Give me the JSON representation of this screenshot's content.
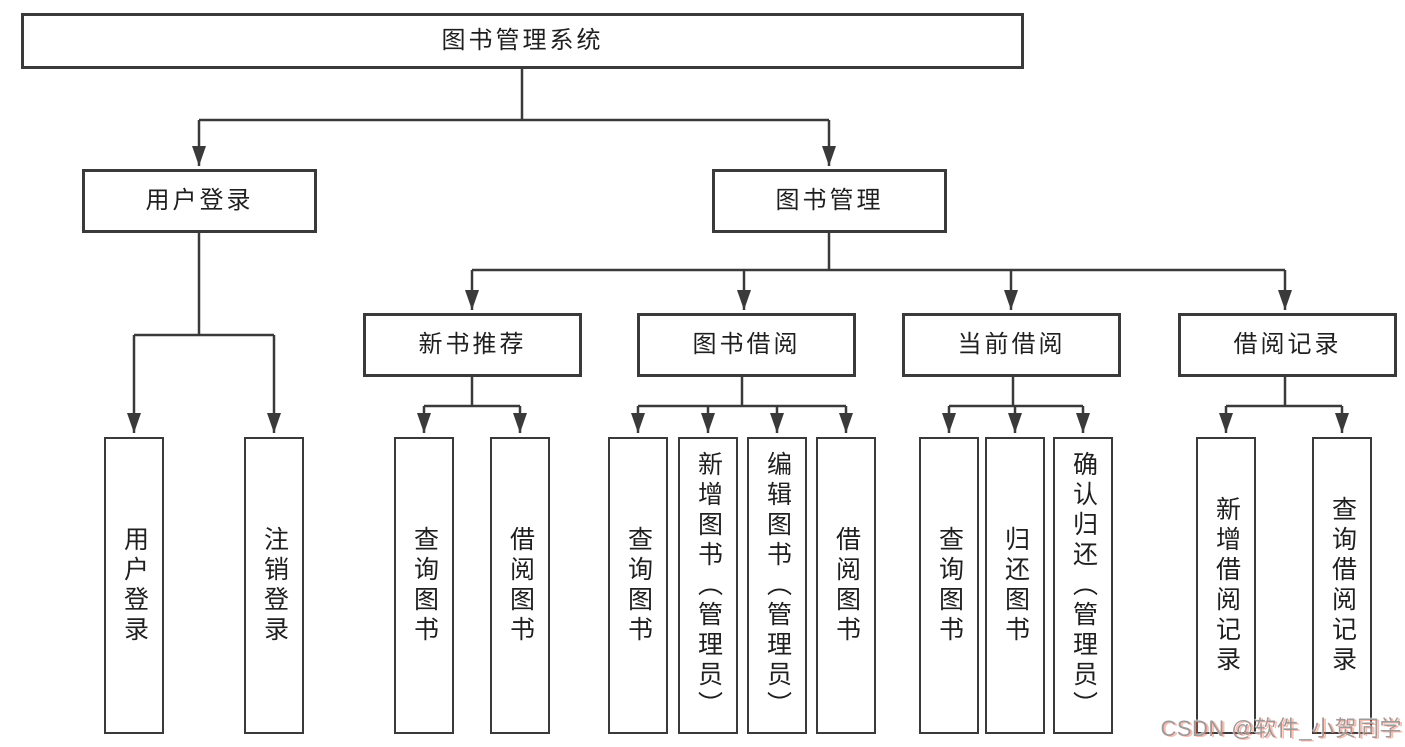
{
  "title": "图书管理系统",
  "level2": [
    "用户登录",
    "图书管理"
  ],
  "level3": [
    "新书推荐",
    "图书借阅",
    "当前借阅",
    "借阅记录"
  ],
  "leaves": [
    "用户登录",
    "注销登录",
    "查询图书",
    "借阅图书",
    "查询图书",
    "新增图书（管理员）",
    "编辑图书（管理员）",
    "借阅图书",
    "查询图书",
    "归还图书",
    "确认归还（管理员）",
    "新增借阅记录",
    "查询借阅记录"
  ],
  "watermark": "CSDN @软件_小贺同学",
  "colors": {
    "line": "#3a3a3a",
    "box_border": "#3a3a3a",
    "box_fill": "#ffffff",
    "text": "#1f1f1f",
    "background": "#ffffff",
    "watermark_gray": "#9b9b9b",
    "watermark_red": "#fc5531"
  }
}
